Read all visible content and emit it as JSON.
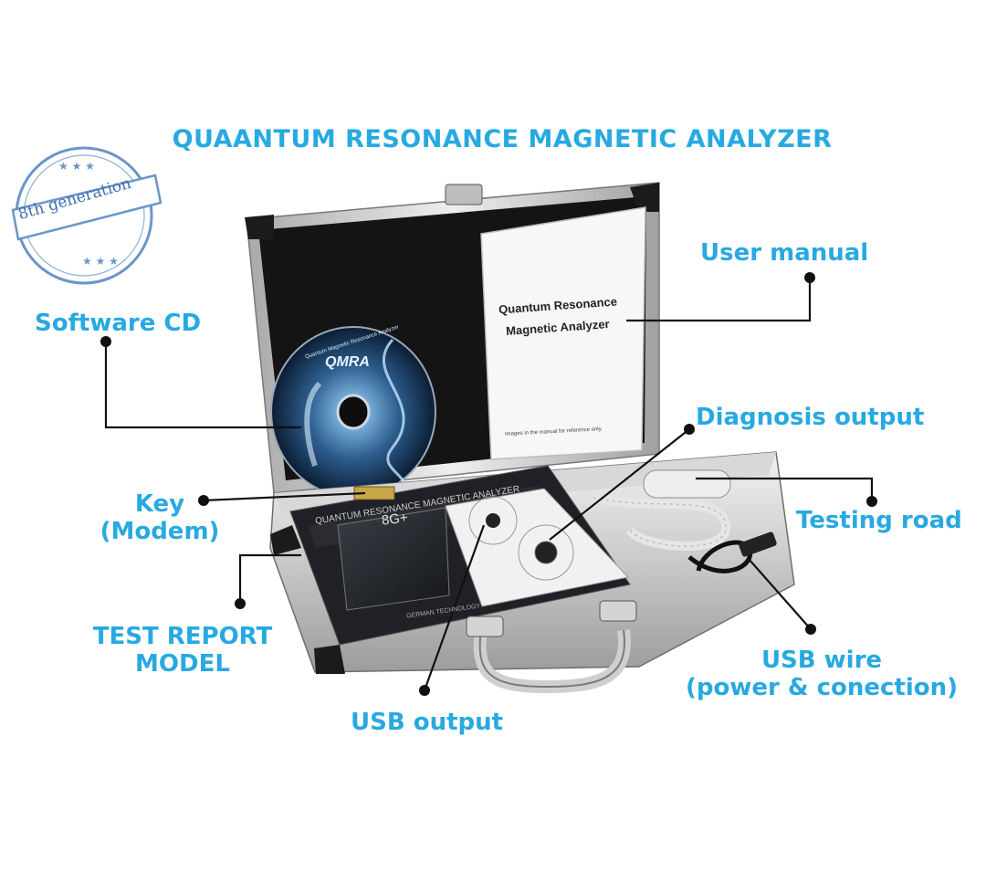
{
  "title": "QUAANTUM RESONANCE MAGNETIC ANALYZER",
  "stamp": {
    "text": "8th generation"
  },
  "callouts": {
    "user_manual": "User manual",
    "software_cd": "Software CD",
    "diagnosis_output": "Diagnosis output",
    "key_line1": "Key",
    "key_line2": "(Modem)",
    "testing_road": "Testing road",
    "test_report_line1": "TEST REPORT",
    "test_report_line2": "MODEL",
    "usb_wire_line1": "USB wire",
    "usb_wire_line2": "(power & conection)",
    "usb_output": "USB output"
  },
  "manual": {
    "line1": "Quantum Resonance",
    "line2": "Magnetic Analyzer",
    "footnote": "Images in the manual for reference only."
  },
  "cd": {
    "logo": "QMRA",
    "arc_text": "Quantum Magnetic Resonance Analyzer"
  },
  "device": {
    "panel_title": "QUANTUM RESONANCE MAGNETIC ANALYZER",
    "model": "8G+",
    "footer": "GERMAN TECHNOLOGY"
  },
  "colors": {
    "accent": "#27a9e1",
    "leader": "#111111",
    "stamp": "#3b6fb0"
  }
}
